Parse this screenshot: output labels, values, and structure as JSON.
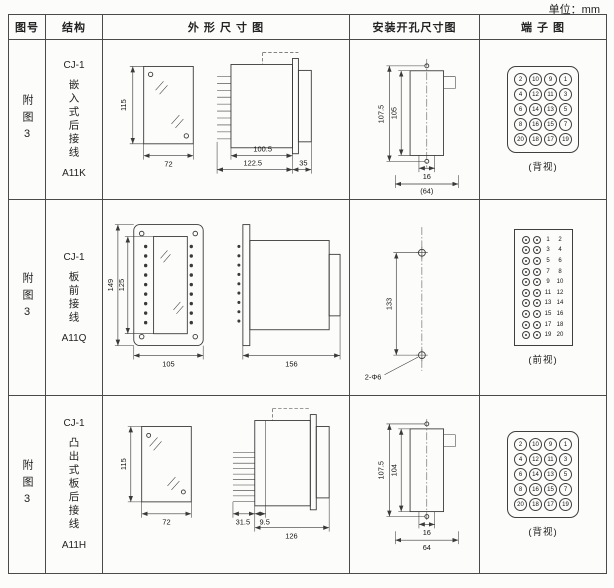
{
  "unit_label": "单位：mm",
  "header": {
    "fig": "图号",
    "structure": "结构",
    "outline": "外 形 尺 寸 图",
    "mounting": "安装开孔尺寸图",
    "terminal": "端 子 图"
  },
  "rows": [
    {
      "fig": "附图3",
      "structure": {
        "model": "CJ-1",
        "type": "嵌入式后接线",
        "code": "A11K"
      },
      "outline": {
        "height": "115",
        "width": "72",
        "d1": "100.5",
        "d2": "122.5",
        "d3": "35"
      },
      "mounting": {
        "v1": "107.5",
        "v2": "105",
        "h1": "16",
        "h2": "(64)"
      },
      "terminal": {
        "style": "grid",
        "view": "(背视)",
        "grid": [
          [
            2,
            10,
            9,
            1
          ],
          [
            4,
            12,
            11,
            3
          ],
          [
            6,
            14,
            13,
            5
          ],
          [
            8,
            16,
            15,
            7
          ],
          [
            20,
            18,
            17,
            19
          ]
        ]
      }
    },
    {
      "fig": "附图3",
      "structure": {
        "model": "CJ-1",
        "type": "板前接线",
        "code": "A11Q"
      },
      "outline": {
        "height": "149",
        "inner": "125",
        "width": "105",
        "depth": "156"
      },
      "mounting": {
        "v1": "133",
        "holes": "2-Φ6"
      },
      "terminal": {
        "style": "pairs",
        "view": "(前视)",
        "grid": [
          [
            1,
            2
          ],
          [
            3,
            4
          ],
          [
            5,
            6
          ],
          [
            7,
            8
          ],
          [
            9,
            10
          ],
          [
            11,
            12
          ],
          [
            13,
            14
          ],
          [
            15,
            16
          ],
          [
            17,
            18
          ],
          [
            19,
            20
          ]
        ]
      }
    },
    {
      "fig": "附图3",
      "structure": {
        "model": "CJ-1",
        "type": "凸出式板后接线",
        "code": "A11H"
      },
      "outline": {
        "height": "115",
        "width": "72",
        "d1": "31.5",
        "d2": "9.5",
        "d3": "126"
      },
      "mounting": {
        "v1": "107.5",
        "v2": "104",
        "h1": "16",
        "h2": "64"
      },
      "terminal": {
        "style": "grid",
        "view": "(背视)",
        "grid": [
          [
            2,
            10,
            9,
            1
          ],
          [
            4,
            12,
            11,
            3
          ],
          [
            6,
            14,
            13,
            5
          ],
          [
            8,
            16,
            15,
            7
          ],
          [
            20,
            18,
            17,
            19
          ]
        ]
      }
    }
  ]
}
